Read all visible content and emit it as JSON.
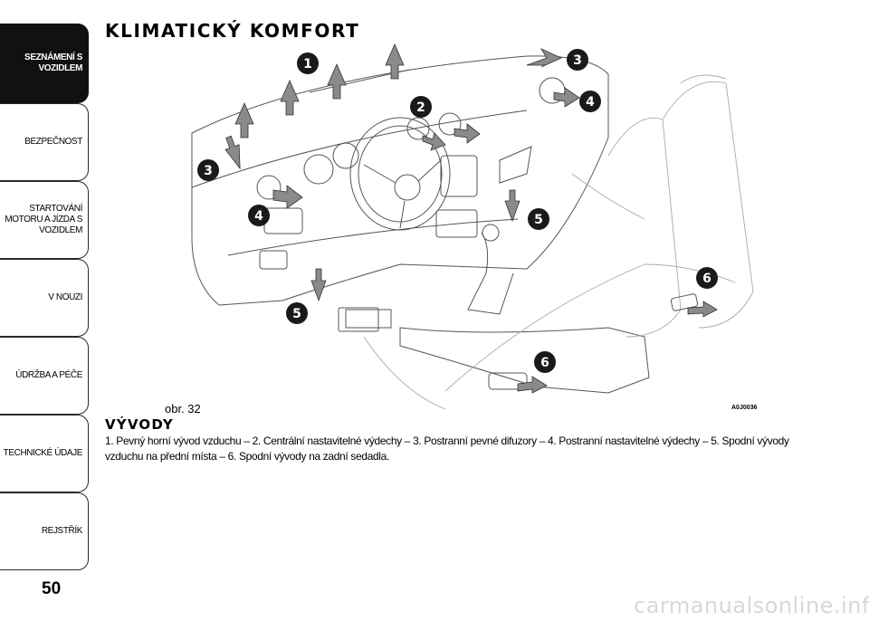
{
  "tabs": [
    {
      "label": "SEZNÁMENÍ S\nVOZIDLEM",
      "active": true
    },
    {
      "label": "BEZPEČNOST",
      "active": false
    },
    {
      "label": "STARTOVÁNÍ\nMOTORU A JÍZDA S\nVOZIDLEM",
      "active": false
    },
    {
      "label": "V NOUZI",
      "active": false
    },
    {
      "label": "ÚDRŽBA A PÉČE",
      "active": false
    },
    {
      "label": "TECHNICKÉ ÚDAJE",
      "active": false
    },
    {
      "label": "REJSTŘÍK",
      "active": false
    }
  ],
  "page_number": "50",
  "title": "KLIMATICKÝ KOMFORT",
  "figure": {
    "caption": "obr. 32",
    "code": "A0J0036",
    "callouts": [
      "1",
      "2",
      "3",
      "4",
      "3",
      "4",
      "5",
      "5",
      "6",
      "6"
    ]
  },
  "section_heading": "VÝVODY",
  "body_text": "1. Pevný horní vývod vzduchu – 2. Centrální nastavitelné výdechy – 3. Postranní pevné difuzory – 4. Postranní nastavitelné výdechy – 5. Spodní vývody vzduchu na přední místa – 6. Spodní vývody na zadní sedadla.",
  "watermark": "carmanualsonline.info"
}
